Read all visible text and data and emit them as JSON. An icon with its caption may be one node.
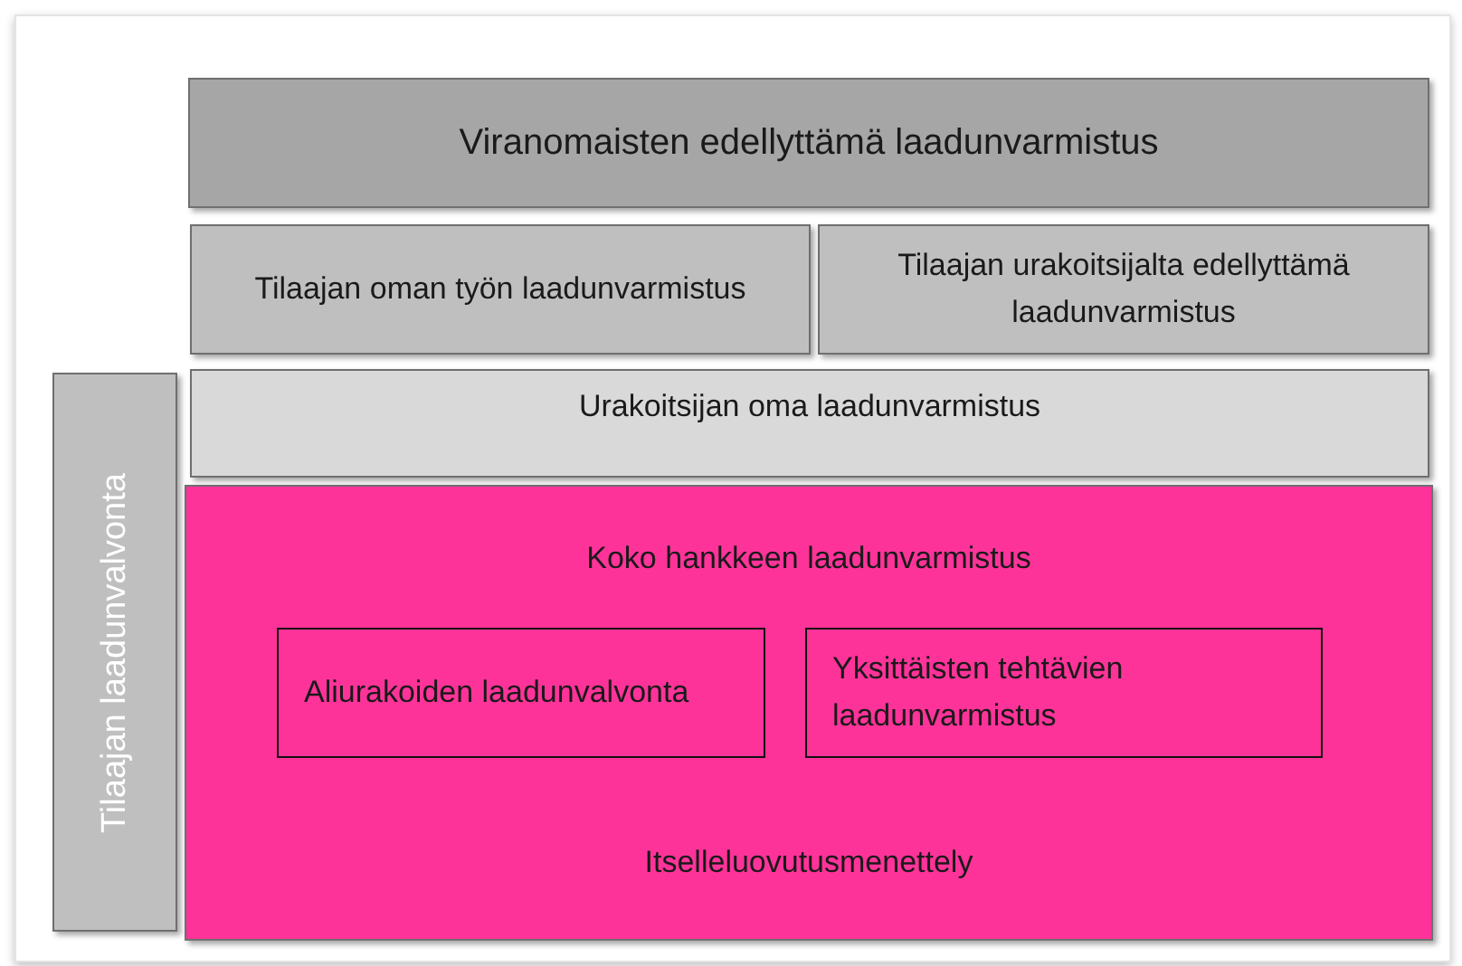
{
  "diagram": {
    "nodes": [
      {
        "text": [
          "Viranomaisten edellyttämä laadunvarmistus"
        ]
      },
      {
        "text": [
          "Tilaajan oman työn laadunvarmistus"
        ]
      },
      {
        "text": [
          "Tilaajan urakoitsijalta edellyttämä laadunvarmistus"
        ]
      },
      {
        "text": [
          "Urakoitsijan oma laadunvarmistus"
        ]
      },
      {
        "text": [
          "Tilaajan laadunvalvonta"
        ]
      },
      {
        "text": [
          "Koko hankkeen laadunvarmistus",
          "Itselleluovutusmenettely"
        ]
      },
      {
        "text": [
          "Aliurakoiden laadunvalvonta"
        ],
        "in": 5
      },
      {
        "text": [
          "Yksittäisten tehtävien laadunvarmistus"
        ],
        "in": 5
      }
    ],
    "edges": []
  }
}
